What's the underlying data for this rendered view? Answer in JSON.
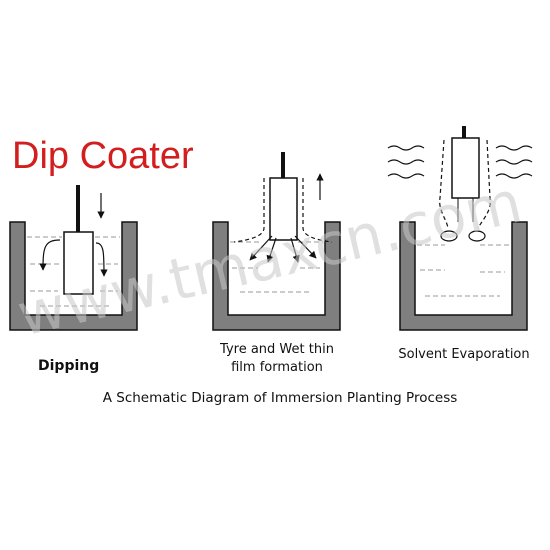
{
  "title": "Dip Coater",
  "watermark": "www.tmaxcn.com",
  "caption": "A Schematic Diagram of Immersion Planting Process",
  "stages": [
    {
      "label_lines": [
        "Dipping"
      ]
    },
    {
      "label_lines": [
        "Tyre and Wet thin",
        "film formation"
      ]
    },
    {
      "label_lines": [
        "Solvent Evaporation"
      ]
    }
  ],
  "colors": {
    "title": "#d21e1e",
    "ink": "#111111",
    "tank_fill": "#7f7f7f",
    "liquid": "#9a9a9a"
  }
}
